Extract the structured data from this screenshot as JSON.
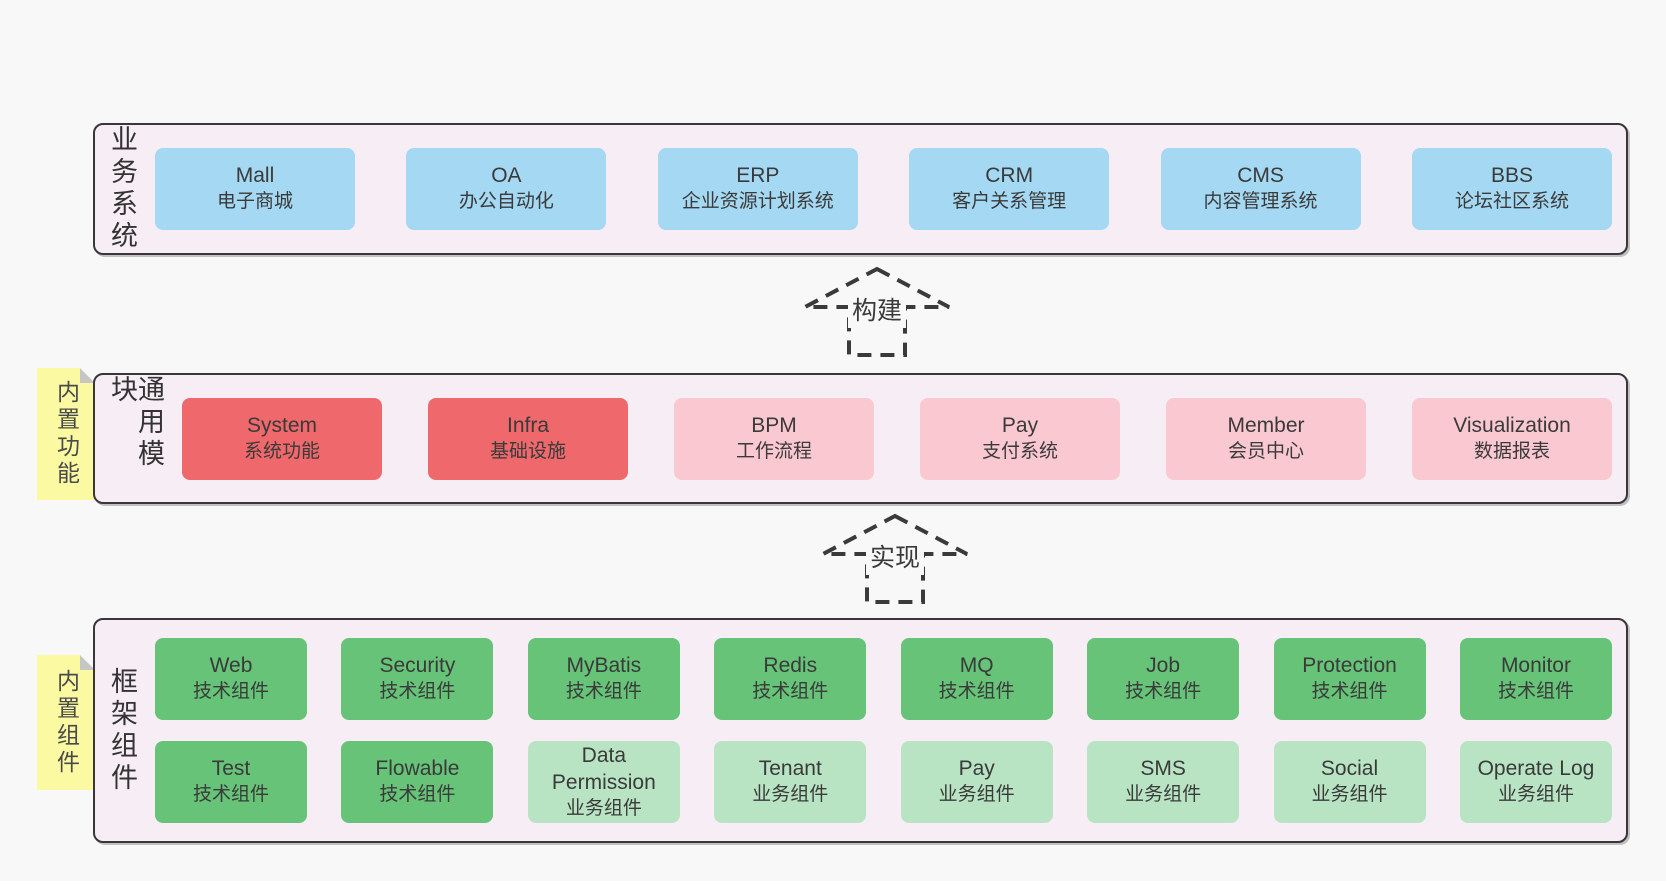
{
  "palette": {
    "page_bg": "#f8f8f8",
    "panel_bg": "#f7edf5",
    "panel_border": "#3a363a",
    "blue": "#a5d8f2",
    "red": "#ef686b",
    "pink": "#fac8d1",
    "green": "#66c378",
    "light_green": "#b9e4c4",
    "sticky_yellow": "#fbf9a2",
    "text": "#3a3a3a"
  },
  "arrows": [
    {
      "label": "构建"
    },
    {
      "label": "实现"
    }
  ],
  "layers": [
    {
      "label": "业务系统",
      "rows": [
        [
          {
            "name": "Mall",
            "desc": "电子商城",
            "variant": "blue"
          },
          {
            "name": "OA",
            "desc": "办公自动化",
            "variant": "blue"
          },
          {
            "name": "ERP",
            "desc": "企业资源计划系统",
            "variant": "blue"
          },
          {
            "name": "CRM",
            "desc": "客户关系管理",
            "variant": "blue"
          },
          {
            "name": "CMS",
            "desc": "内容管理系统",
            "variant": "blue"
          },
          {
            "name": "BBS",
            "desc": "论坛社区系统",
            "variant": "blue"
          }
        ]
      ]
    },
    {
      "label": "通用模块",
      "sticky": "内置功能",
      "rows": [
        [
          {
            "name": "System",
            "desc": "系统功能",
            "variant": "red"
          },
          {
            "name": "Infra",
            "desc": "基础设施",
            "variant": "red"
          },
          {
            "name": "BPM",
            "desc": "工作流程",
            "variant": "pink"
          },
          {
            "name": "Pay",
            "desc": "支付系统",
            "variant": "pink"
          },
          {
            "name": "Member",
            "desc": "会员中心",
            "variant": "pink"
          },
          {
            "name": "Visualization",
            "desc": "数据报表",
            "variant": "pink"
          }
        ]
      ]
    },
    {
      "label": "框架组件",
      "sticky": "内置组件",
      "rows": [
        [
          {
            "name": "Web",
            "desc": "技术组件",
            "variant": "green"
          },
          {
            "name": "Security",
            "desc": "技术组件",
            "variant": "green"
          },
          {
            "name": "MyBatis",
            "desc": "技术组件",
            "variant": "green"
          },
          {
            "name": "Redis",
            "desc": "技术组件",
            "variant": "green"
          },
          {
            "name": "MQ",
            "desc": "技术组件",
            "variant": "green"
          },
          {
            "name": "Job",
            "desc": "技术组件",
            "variant": "green"
          },
          {
            "name": "Protection",
            "desc": "技术组件",
            "variant": "green"
          },
          {
            "name": "Monitor",
            "desc": "技术组件",
            "variant": "green"
          }
        ],
        [
          {
            "name": "Test",
            "desc": "技术组件",
            "variant": "green"
          },
          {
            "name": "Flowable",
            "desc": "技术组件",
            "variant": "green"
          },
          {
            "name": "Data Permission",
            "desc": "业务组件",
            "variant": "lightgreen"
          },
          {
            "name": "Tenant",
            "desc": "业务组件",
            "variant": "lightgreen"
          },
          {
            "name": "Pay",
            "desc": "业务组件",
            "variant": "lightgreen"
          },
          {
            "name": "SMS",
            "desc": "业务组件",
            "variant": "lightgreen"
          },
          {
            "name": "Social",
            "desc": "业务组件",
            "variant": "lightgreen"
          },
          {
            "name": "Operate Log",
            "desc": "业务组件",
            "variant": "lightgreen"
          }
        ]
      ]
    }
  ]
}
